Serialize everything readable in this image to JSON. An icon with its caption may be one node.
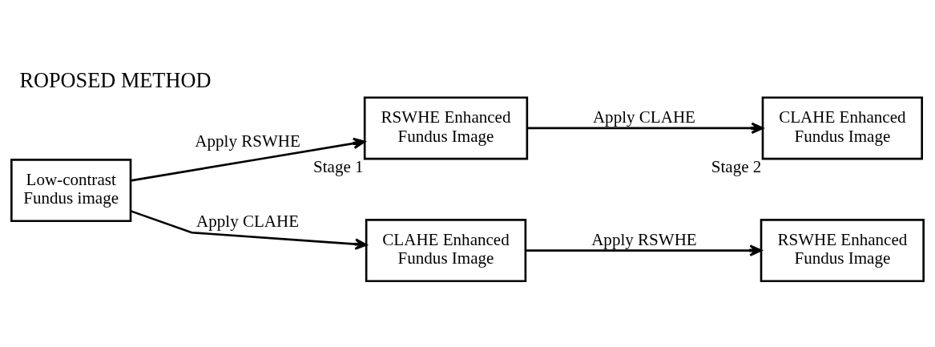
{
  "diagram": {
    "title": "ROPOSED METHOD",
    "nodes": [
      {
        "text": [
          "Low-contrast Fundus image"
        ]
      },
      {
        "text": [
          "RSWHE Enhanced Fundus Image"
        ],
        "beside": [
          "Stage 1"
        ]
      },
      {
        "text": [
          "CLAHE Enhanced Fundus Image"
        ]
      },
      {
        "text": [
          "CLAHE Enhanced Fundus Image"
        ],
        "beside": [
          "Stage 2"
        ]
      },
      {
        "text": [
          "RSWHE Enhanced Fundus Image"
        ]
      }
    ],
    "edges": [
      {
        "from": 0,
        "to": 1,
        "arrow": "to",
        "label": "Apply RSWHE"
      },
      {
        "from": 0,
        "to": 2,
        "arrow": "to",
        "label": "Apply CLAHE"
      },
      {
        "from": 1,
        "to": 3,
        "arrow": "to",
        "label": "Apply CLAHE"
      },
      {
        "from": 2,
        "to": 4,
        "arrow": "to",
        "label": "Apply RSWHE"
      }
    ]
  }
}
